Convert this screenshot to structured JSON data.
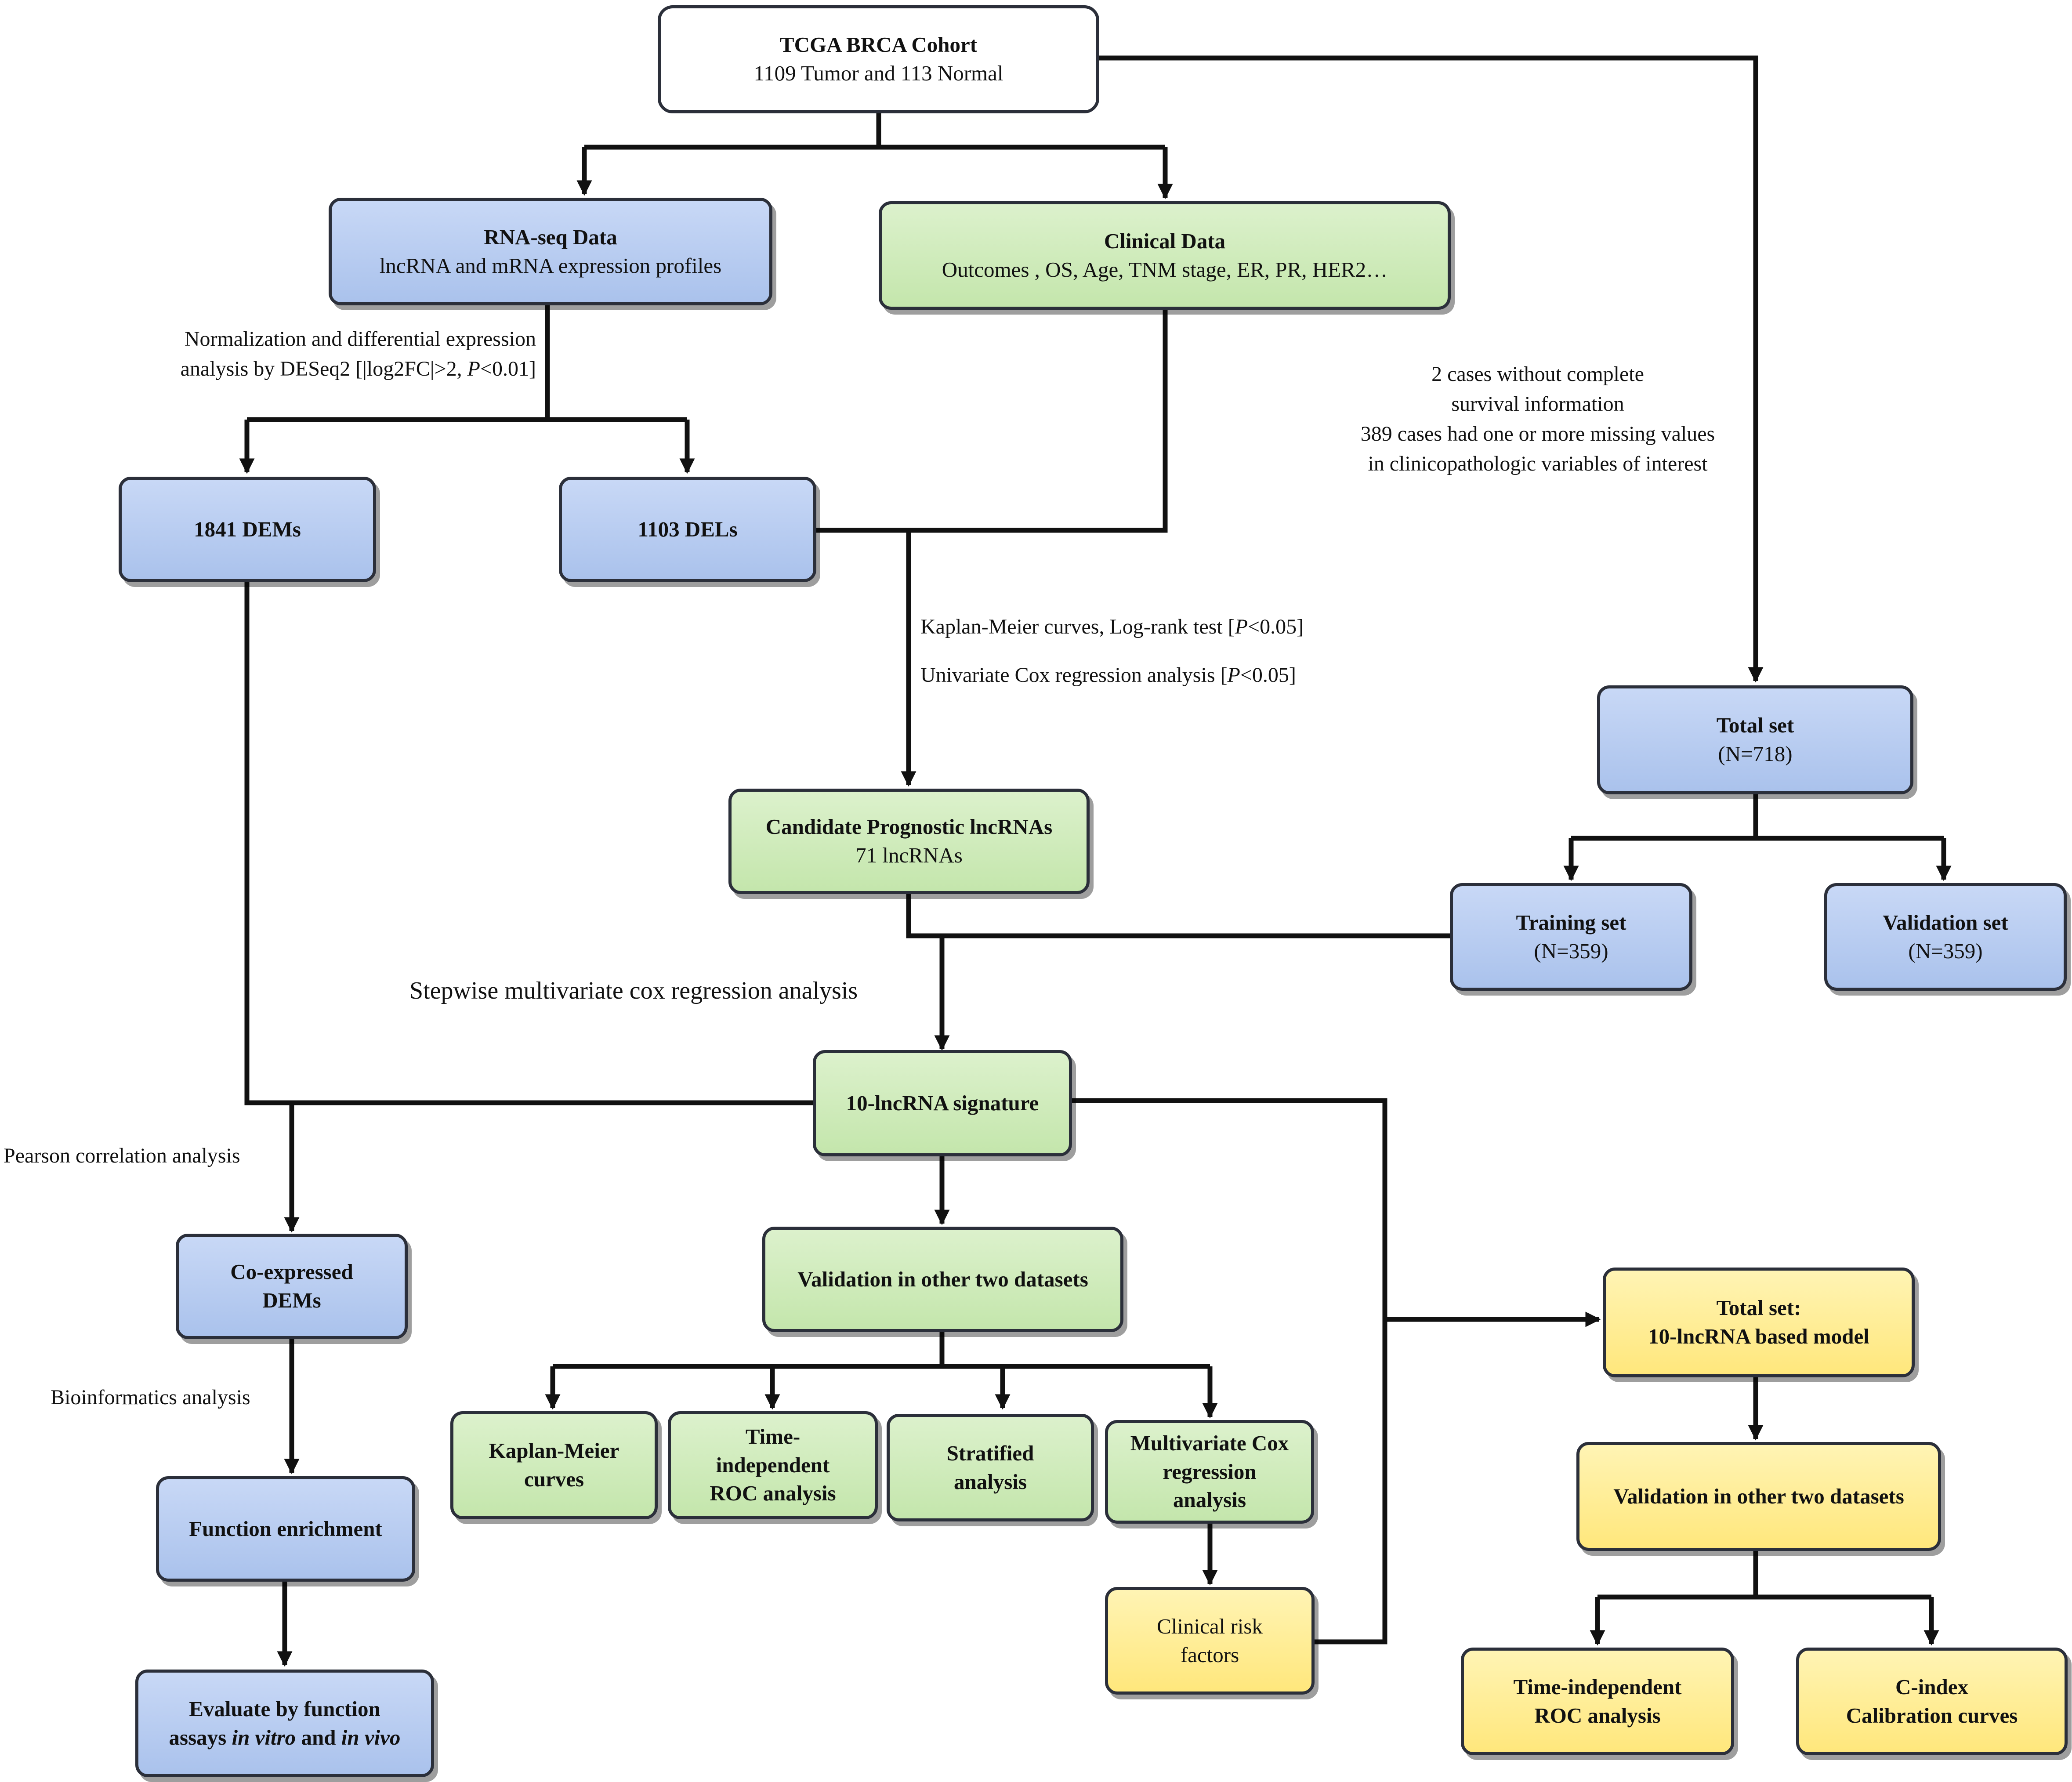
{
  "boxes": {
    "cohort": {
      "title": "TCGA BRCA Cohort",
      "sub": "1109 Tumor and 113 Normal"
    },
    "rnaseq": {
      "title": "RNA-seq Data",
      "sub": "lncRNA and mRNA expression profiles"
    },
    "clinical": {
      "title": "Clinical Data",
      "sub": "Outcomes , OS, Age, TNM stage, ER, PR, HER2…"
    },
    "dems": {
      "title": "1841 DEMs"
    },
    "dels": {
      "title": "1103 DELs"
    },
    "total": {
      "title": "Total set",
      "sub": "(N=718)"
    },
    "candidate": {
      "title": "Candidate Prognostic lncRNAs",
      "sub": "71 lncRNAs"
    },
    "training": {
      "title": "Training set",
      "sub": "(N=359)"
    },
    "validation_set": {
      "title": "Validation set",
      "sub": "(N=359)"
    },
    "signature": {
      "title": "10-lncRNA signature"
    },
    "coexpressed": {
      "line1": "Co-expressed",
      "line2": "DEMs"
    },
    "validation_other": {
      "title": "Validation in other two datasets"
    },
    "km": {
      "line1": "Kaplan-Meier",
      "line2": "curves"
    },
    "roc": {
      "line1": "Time-",
      "line2": "independent",
      "line3": "ROC analysis"
    },
    "stratified": {
      "line1": "Stratified",
      "line2": "analysis"
    },
    "multicox": {
      "line1": "Multivariate Cox",
      "line2": "regression",
      "line3": "analysis"
    },
    "function_enrichment": {
      "title": "Function enrichment"
    },
    "clinical_risk": {
      "line1": "Clinical risk",
      "line2": "factors"
    },
    "evaluate": {
      "line1": "Evaluate by function",
      "line2_a": "assays ",
      "line2_b": "in vitro",
      "line2_c": " and ",
      "line2_d": "in vivo"
    },
    "total_model": {
      "line1": "Total set:",
      "line2": "10-lncRNA based model"
    },
    "validation_model": {
      "title": "Validation in other two datasets"
    },
    "roc_model": {
      "line1": "Time-independent",
      "line2": "ROC analysis"
    },
    "cindex": {
      "line1": "C-index",
      "line2": "Calibration curves"
    }
  },
  "labels": {
    "normalization": {
      "line1": "Normalization and differential expression",
      "line2_a": "analysis by DESeq2 [|log2FC|>2, ",
      "line2_p": "P",
      "line2_b": "<0.01]"
    },
    "missing": {
      "line1": "2 cases without complete",
      "line2": "survival information",
      "line3": "389 cases had one or more missing values",
      "line4": "in clinicopathologic variables of interest"
    },
    "km_test": {
      "a": "Kaplan-Meier curves, Log-rank test [",
      "p": "P",
      "b": "<0.05]"
    },
    "univariate": {
      "a": "Univariate Cox regression analysis [",
      "p": "P",
      "b": "<0.05]"
    },
    "stepwise": "Stepwise multivariate cox regression analysis",
    "pearson": "Pearson correlation analysis",
    "bioinformatics": "Bioinformatics analysis"
  },
  "colors": {
    "line": "#111111",
    "blue_box": "#b4caef",
    "green_box": "#cdeab7",
    "yellow_box": "#ffeb8f",
    "border": "#2b2f3a"
  }
}
